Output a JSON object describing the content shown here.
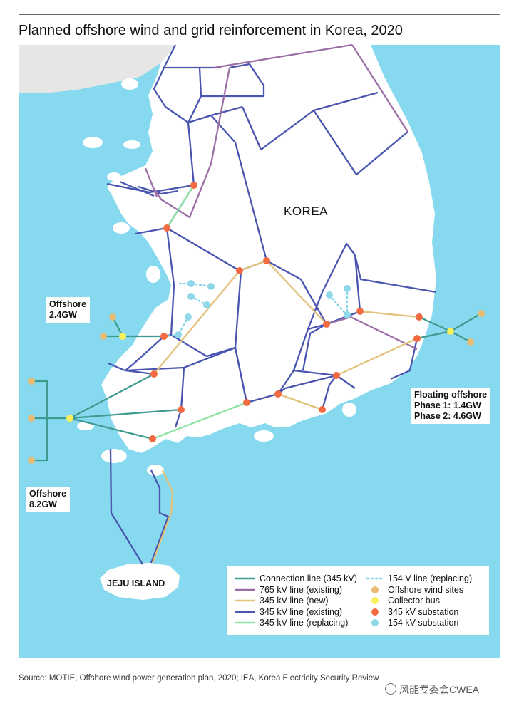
{
  "title": "Planned offshore wind and grid reinforcement in Korea, 2020",
  "map_labels": {
    "country": "KOREA",
    "island": "JEJU ISLAND",
    "offshore_west": {
      "line1": "Offshore",
      "line2": "2.4GW"
    },
    "offshore_southwest": {
      "line1": "Offshore",
      "line2": "8.2GW"
    },
    "offshore_floating": {
      "line1": "Floating offshore",
      "line2": "Phase 1: 1.4GW",
      "line3": "Phase 2: 4.6GW"
    }
  },
  "legend": {
    "items": [
      {
        "label": "Connection line (345 kV)",
        "symbol": "line",
        "color": "#3f9a8f"
      },
      {
        "label": "765 kV line (existing)",
        "symbol": "line",
        "color": "#9b6fa6"
      },
      {
        "label": "345 kV line (new)",
        "symbol": "line",
        "color": "#e3c27a"
      },
      {
        "label": "345 kV line (existing)",
        "symbol": "line",
        "color": "#4a55b0"
      },
      {
        "label": "345 kV line (replacing)",
        "symbol": "line",
        "color": "#8ee3a4"
      },
      {
        "label": "154 V line (replacing)",
        "symbol": "dotted",
        "color": "#7fd5ea"
      },
      {
        "label": "Offshore wind sites",
        "symbol": "dot",
        "color": "#e7bb73"
      },
      {
        "label": "Collector bus",
        "symbol": "dot",
        "color": "#f7ef5b"
      },
      {
        "label": "345 kV substation",
        "symbol": "dot",
        "color": "#f26a42"
      },
      {
        "label": "154 kV substation",
        "symbol": "dot",
        "color": "#8ed8ea"
      }
    ]
  },
  "colors": {
    "sea": "#86d9ee",
    "land": "#ffffff",
    "north_land": "#e6e6e6"
  },
  "source": "Source: MOTIE, Offshore wind power generation plan, 2020; IEA, Korea Electricity Security Review",
  "watermark": "风能专委会CWEA"
}
